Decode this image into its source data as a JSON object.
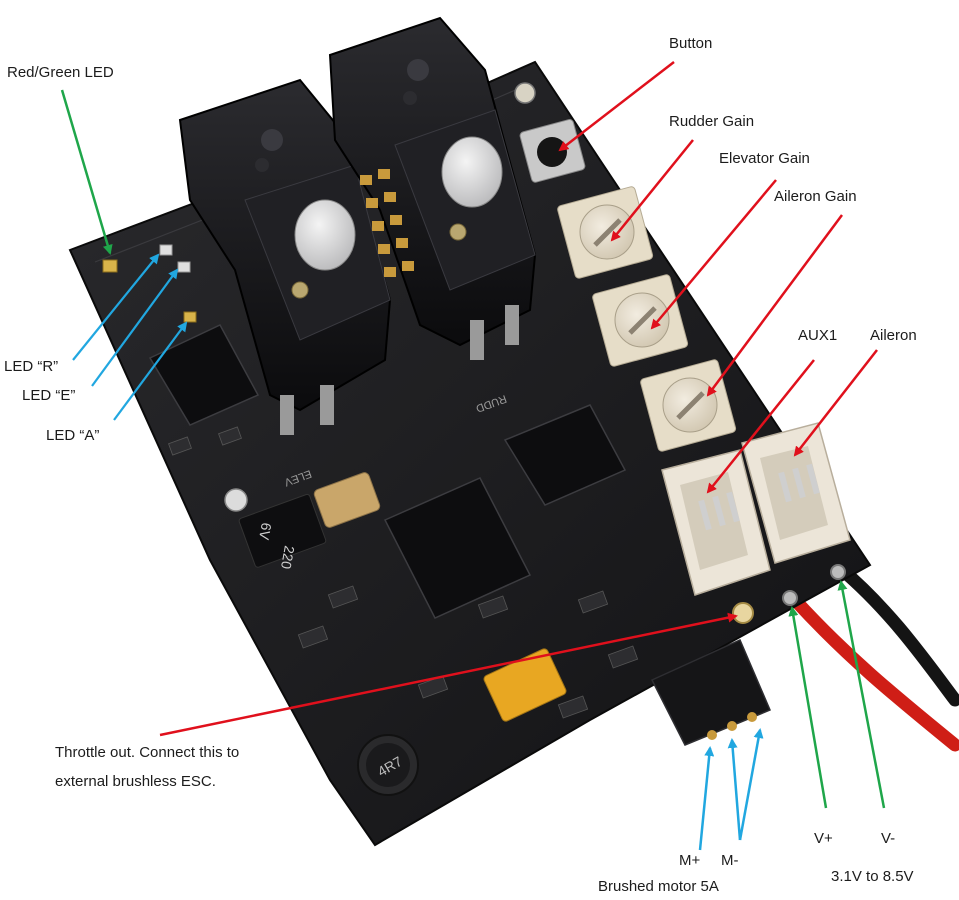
{
  "labels": {
    "red_green_led": "Red/Green LED",
    "led_r": "LED “R”",
    "led_e": "LED “E”",
    "led_a": "LED “A”",
    "button": "Button",
    "rudder_gain": "Rudder Gain",
    "elevator_gain": "Elevator Gain",
    "aileron_gain": "Aileron Gain",
    "aux1": "AUX1",
    "aileron": "Aileron",
    "throttle_line1": "Throttle out. Connect this to",
    "throttle_line2": "external brushless ESC.",
    "m_plus": "M+",
    "m_minus": "M-",
    "brushed_motor": "Brushed motor 5A",
    "v_plus": "V+",
    "v_minus": "V-",
    "voltage_range": "3.1V to 8.5V"
  },
  "board_markings": {
    "cap_value": "220",
    "cap_voltage": "6V",
    "silk_rudd": "RUDD",
    "silk_elev": "ELEV",
    "inductor": "4R7"
  },
  "colors": {
    "arrow_red": "#e0101c",
    "arrow_green": "#1fa64a",
    "arrow_blue": "#21a7e0",
    "pcb": "#1b1b1d",
    "servo": "#101012",
    "connector": "#ece5d8",
    "pot": "#e6ddc8",
    "tantalum": "#e8a722",
    "wire_red": "#cf1e16",
    "wire_black": "#141414"
  }
}
